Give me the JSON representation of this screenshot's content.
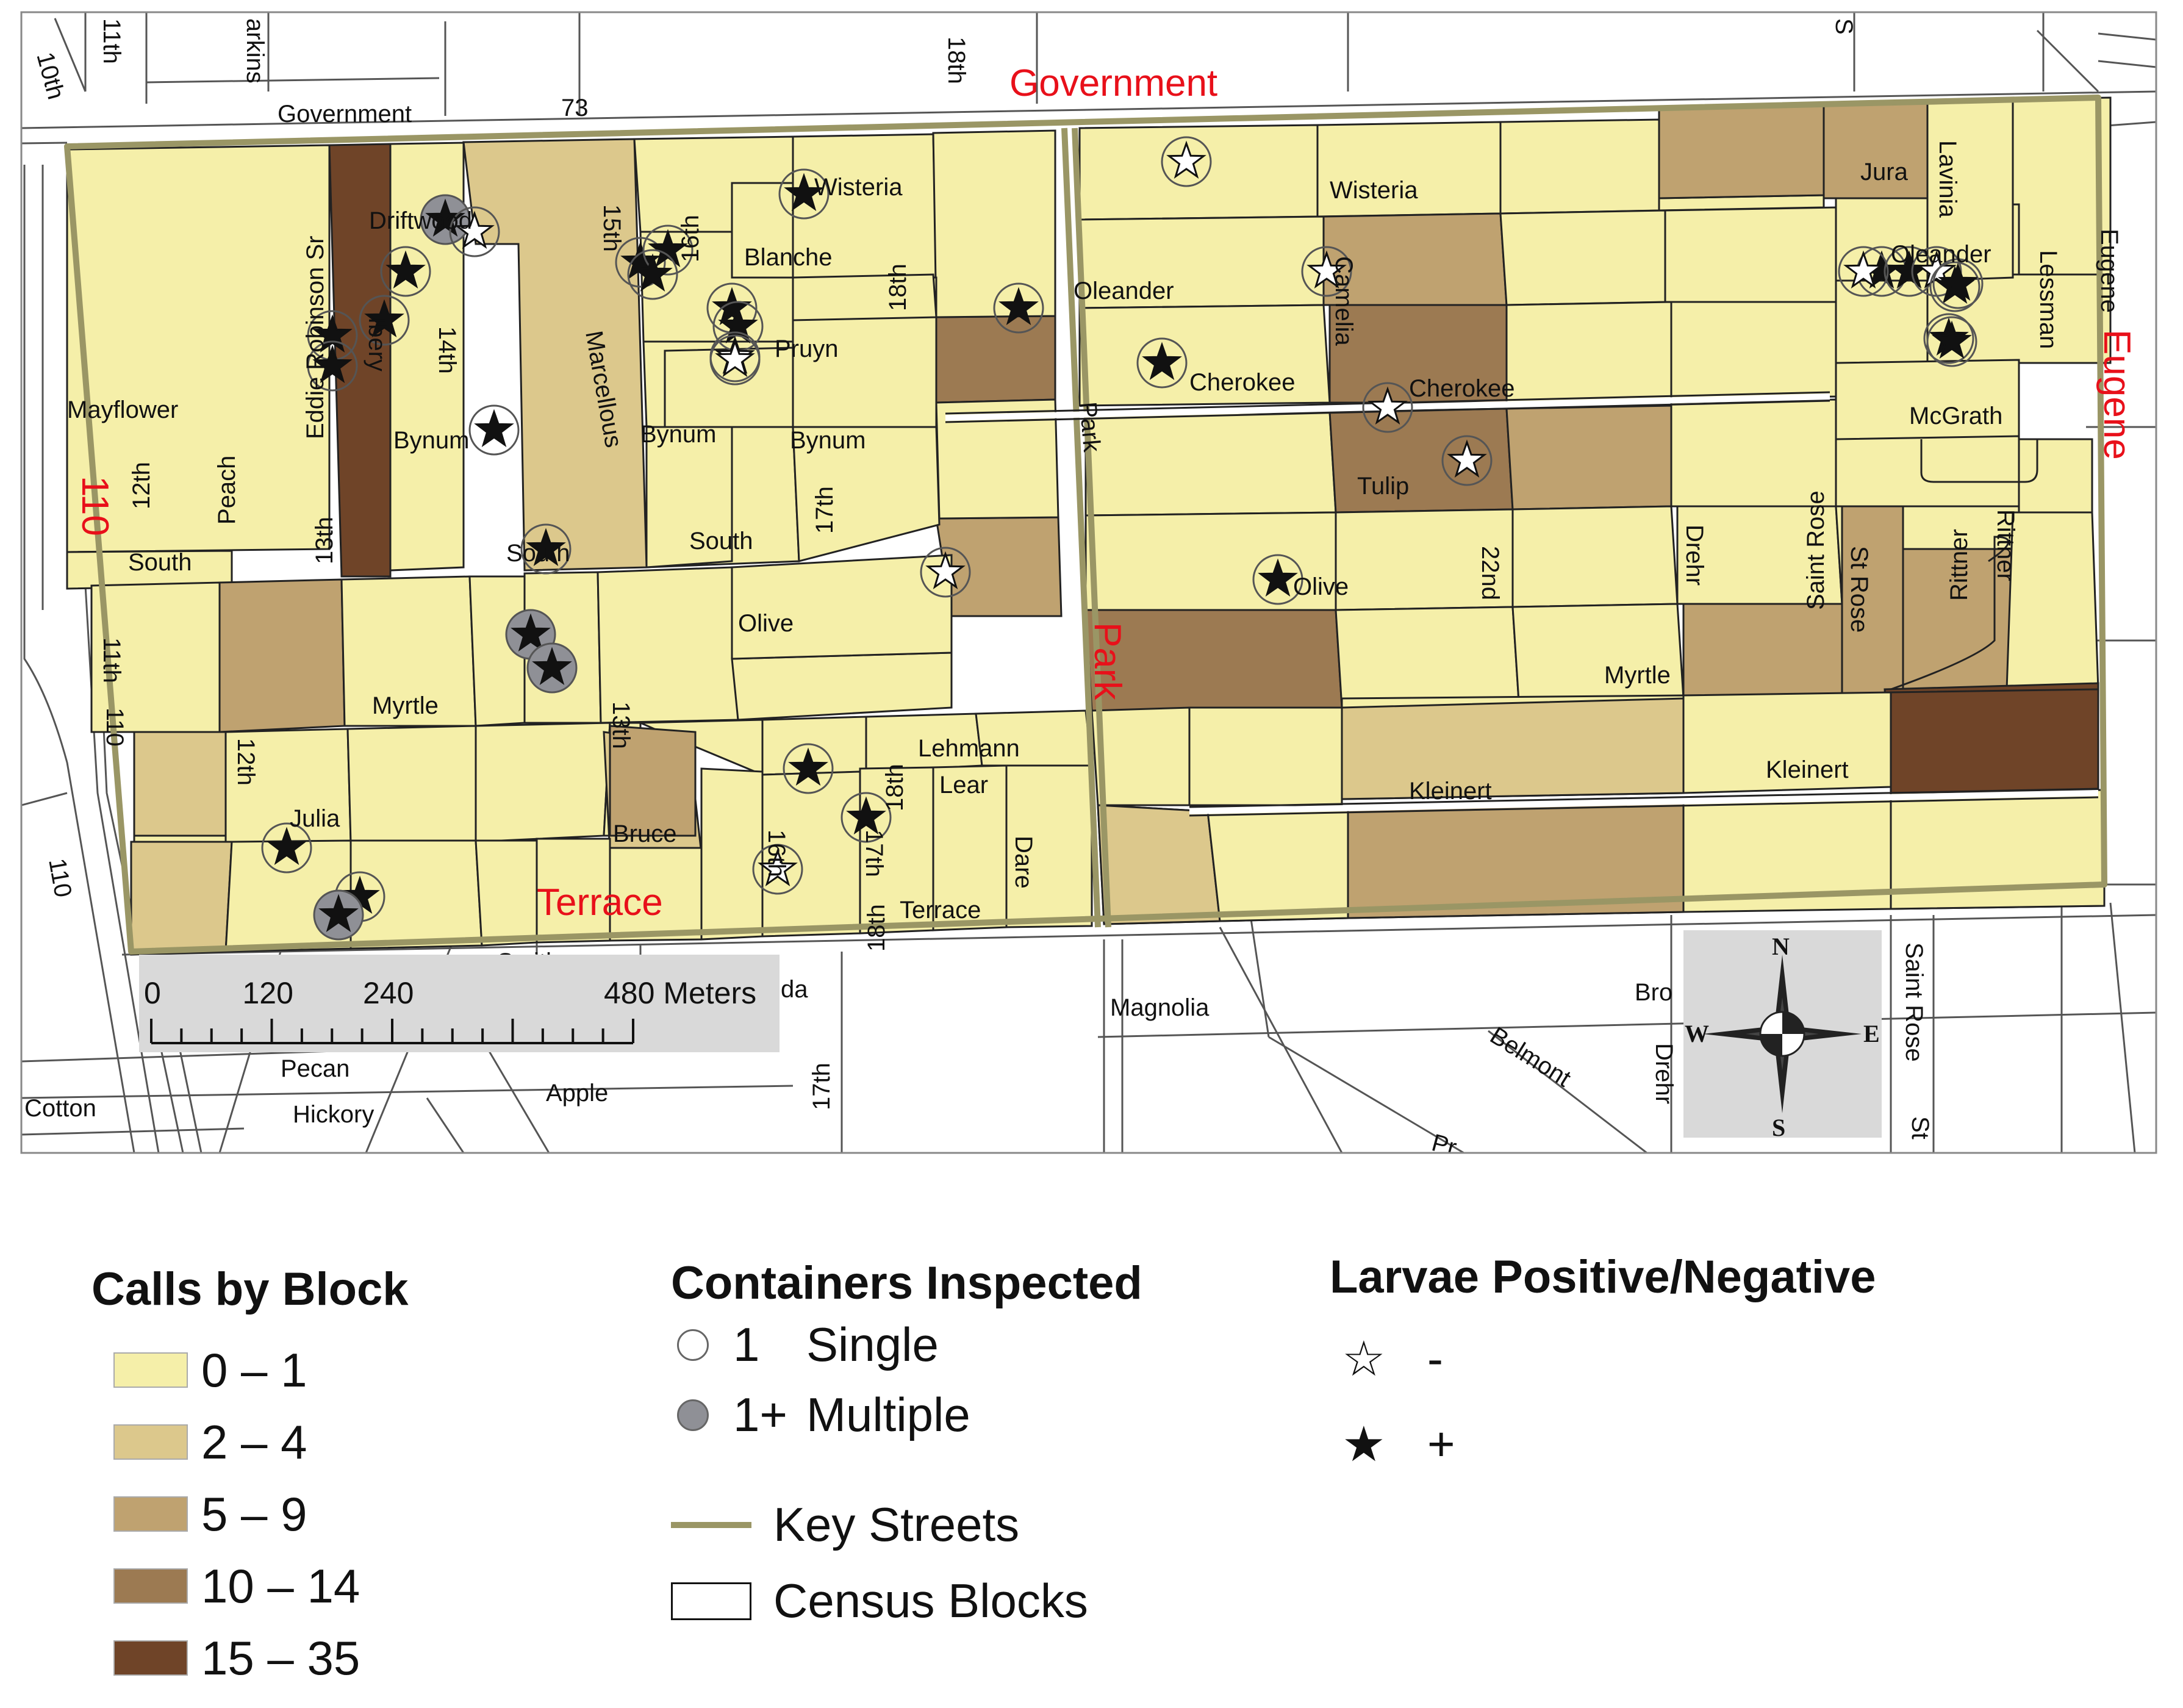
{
  "key_streets": [
    "Government",
    "Eugene",
    "Park",
    "Terrace",
    "110"
  ],
  "streets": [
    {
      "id": "s1",
      "label": "10th"
    },
    {
      "id": "s2",
      "label": "11th"
    },
    {
      "id": "s3",
      "label": "arkins"
    },
    {
      "id": "s4",
      "label": "18th"
    },
    {
      "id": "s5",
      "label": "S"
    },
    {
      "id": "s6",
      "label": "Government"
    },
    {
      "id": "s7",
      "label": "73"
    },
    {
      "id": "s8",
      "label": "Wisteria"
    },
    {
      "id": "s9",
      "label": "Wisteria"
    },
    {
      "id": "s10",
      "label": "Jura"
    },
    {
      "id": "s11",
      "label": "Lavinia"
    },
    {
      "id": "s12",
      "label": "Driftwood"
    },
    {
      "id": "s13",
      "label": "Eddie Robinson Sr"
    },
    {
      "id": "s14",
      "label": "15th"
    },
    {
      "id": "s15",
      "label": "Blanche"
    },
    {
      "id": "s16",
      "label": "16th"
    },
    {
      "id": "s17",
      "label": "Oleander"
    },
    {
      "id": "s18",
      "label": "Camelia"
    },
    {
      "id": "s19",
      "label": "Oleander"
    },
    {
      "id": "s20",
      "label": "Lessman"
    },
    {
      "id": "s21",
      "label": "Eugene"
    },
    {
      "id": "s22",
      "label": "Ibery"
    },
    {
      "id": "s23",
      "label": "14th"
    },
    {
      "id": "s24",
      "label": "Marcellous"
    },
    {
      "id": "s25",
      "label": "Pruyn"
    },
    {
      "id": "s26",
      "label": "18th"
    },
    {
      "id": "s27",
      "label": "Cherokee"
    },
    {
      "id": "s28",
      "label": "Cherokee"
    },
    {
      "id": "s29",
      "label": "Park"
    },
    {
      "id": "s30",
      "label": "Mayflower"
    },
    {
      "id": "s31",
      "label": "Bynum"
    },
    {
      "id": "s32",
      "label": "Bynum"
    },
    {
      "id": "s33",
      "label": "Bynum"
    },
    {
      "id": "s34",
      "label": "McGrath"
    },
    {
      "id": "s35",
      "label": "12th"
    },
    {
      "id": "s36",
      "label": "Peach"
    },
    {
      "id": "s37",
      "label": "13th"
    },
    {
      "id": "s38",
      "label": "Tulip"
    },
    {
      "id": "s39",
      "label": "17th"
    },
    {
      "id": "s40",
      "label": "South"
    },
    {
      "id": "s41",
      "label": "South"
    },
    {
      "id": "s42",
      "label": "South"
    },
    {
      "id": "s43",
      "label": "Saint Rose"
    },
    {
      "id": "s44",
      "label": "Drehr"
    },
    {
      "id": "s45",
      "label": "22nd"
    },
    {
      "id": "s46",
      "label": "St Rose"
    },
    {
      "id": "s47",
      "label": "Rittner"
    },
    {
      "id": "s48",
      "label": "Rittner"
    },
    {
      "id": "s49",
      "label": "Olive"
    },
    {
      "id": "s50",
      "label": "Olive"
    },
    {
      "id": "s51",
      "label": "11th"
    },
    {
      "id": "s52",
      "label": "110"
    },
    {
      "id": "s53",
      "label": "Myrtle"
    },
    {
      "id": "s54",
      "label": "Myrtle"
    },
    {
      "id": "s55",
      "label": "12th"
    },
    {
      "id": "s56",
      "label": "13th"
    },
    {
      "id": "s57",
      "label": "Lehmann"
    },
    {
      "id": "s58",
      "label": "Lear"
    },
    {
      "id": "s59",
      "label": "Kleinert"
    },
    {
      "id": "s60",
      "label": "Kleinert"
    },
    {
      "id": "s61",
      "label": "Julia"
    },
    {
      "id": "s62",
      "label": "Bruce"
    },
    {
      "id": "s63",
      "label": "16th"
    },
    {
      "id": "s64",
      "label": "17th"
    },
    {
      "id": "s65",
      "label": "18th"
    },
    {
      "id": "s66",
      "label": "Dare"
    },
    {
      "id": "s67",
      "label": "Terrace"
    },
    {
      "id": "s68",
      "label": "110"
    },
    {
      "id": "s69",
      "label": "Smith"
    },
    {
      "id": "s70",
      "label": "da"
    },
    {
      "id": "s71",
      "label": "18th"
    },
    {
      "id": "s72",
      "label": "Magnolia"
    },
    {
      "id": "s73",
      "label": "Bro"
    },
    {
      "id": "s74",
      "label": "Belmont"
    },
    {
      "id": "s75",
      "label": "Drehr"
    },
    {
      "id": "s76",
      "label": "Saint Rose"
    },
    {
      "id": "s77",
      "label": "St"
    },
    {
      "id": "s78",
      "label": "Pecan"
    },
    {
      "id": "s79",
      "label": "Apple"
    },
    {
      "id": "s80",
      "label": "17th"
    },
    {
      "id": "s81",
      "label": "Cotton"
    },
    {
      "id": "s82",
      "label": "Hickory"
    },
    {
      "id": "s83",
      "label": "Pr"
    }
  ],
  "scale_bar": {
    "ticks": [
      "0",
      "120",
      "240",
      "480 Meters"
    ],
    "values": [
      0,
      120,
      240,
      480
    ],
    "max_meters": 480
  },
  "compass": {
    "n": "N",
    "s": "S",
    "e": "E",
    "w": "W"
  },
  "blocks": [
    {
      "id": "b1",
      "cls": 0
    },
    {
      "id": "b2",
      "cls": 4
    },
    {
      "id": "b3",
      "cls": 0
    },
    {
      "id": "b4",
      "cls": 1
    },
    {
      "id": "b5",
      "cls": 0
    },
    {
      "id": "b6",
      "cls": 0
    },
    {
      "id": "b7",
      "cls": 0
    },
    {
      "id": "b8",
      "cls": 0
    },
    {
      "id": "b9",
      "cls": 0
    },
    {
      "id": "b10",
      "cls": 3
    },
    {
      "id": "b11",
      "cls": 0
    },
    {
      "id": "b12",
      "cls": 0
    },
    {
      "id": "b13",
      "cls": 2
    },
    {
      "id": "b14",
      "cls": 0
    },
    {
      "id": "b15",
      "cls": 0
    },
    {
      "id": "b16",
      "cls": 0
    },
    {
      "id": "b17",
      "cls": 0
    },
    {
      "id": "b18",
      "cls": 2
    },
    {
      "id": "b19",
      "cls": 0
    },
    {
      "id": "b20",
      "cls": 0
    },
    {
      "id": "b21",
      "cls": 0
    },
    {
      "id": "b22",
      "cls": 0
    },
    {
      "id": "b23",
      "cls": 0
    },
    {
      "id": "b24",
      "cls": 0
    },
    {
      "id": "b25",
      "cls": 0
    },
    {
      "id": "b26",
      "cls": 0
    },
    {
      "id": "b27",
      "cls": 1
    },
    {
      "id": "b28",
      "cls": 0
    },
    {
      "id": "b29",
      "cls": 0
    },
    {
      "id": "b30",
      "cls": 1
    },
    {
      "id": "b31",
      "cls": 0
    },
    {
      "id": "b32",
      "cls": 0
    },
    {
      "id": "b33",
      "cls": 0
    },
    {
      "id": "b34",
      "cls": 0
    },
    {
      "id": "b35",
      "cls": 1
    },
    {
      "id": "b36",
      "cls": 0
    },
    {
      "id": "b37",
      "cls": 0
    },
    {
      "id": "b38",
      "cls": 0
    },
    {
      "id": "b39",
      "cls": 0
    },
    {
      "id": "b40",
      "cls": 0
    },
    {
      "id": "b41",
      "cls": 0
    },
    {
      "id": "b42",
      "cls": 0
    },
    {
      "id": "b43",
      "cls": 0
    },
    {
      "id": "b44",
      "cls": 0
    },
    {
      "id": "b45",
      "cls": 0
    },
    {
      "id": "b46",
      "cls": 2
    },
    {
      "id": "b47",
      "cls": 0
    },
    {
      "id": "b48",
      "cls": 0
    },
    {
      "id": "b49",
      "cls": 1
    },
    {
      "id": "b50",
      "cls": 3
    },
    {
      "id": "b51",
      "cls": 0
    },
    {
      "id": "b52",
      "cls": 0
    },
    {
      "id": "b53",
      "cls": 0
    },
    {
      "id": "b54",
      "cls": 0
    },
    {
      "id": "b55",
      "cls": 2
    },
    {
      "id": "b56",
      "cls": 0
    },
    {
      "id": "b57",
      "cls": 0
    },
    {
      "id": "b58",
      "cls": 0
    },
    {
      "id": "b59",
      "cls": 0
    },
    {
      "id": "b60",
      "cls": 0
    },
    {
      "id": "b61",
      "cls": 2
    },
    {
      "id": "b62",
      "cls": 0
    },
    {
      "id": "b63",
      "cls": 2
    },
    {
      "id": "b64",
      "cls": 2
    },
    {
      "id": "b65",
      "cls": 0
    },
    {
      "id": "b66",
      "cls": 1
    },
    {
      "id": "b67",
      "cls": 0
    },
    {
      "id": "b68",
      "cls": 0
    },
    {
      "id": "b69",
      "cls": 0
    },
    {
      "id": "b70",
      "cls": 0
    },
    {
      "id": "b71",
      "cls": 0
    },
    {
      "id": "b72",
      "cls": 0
    },
    {
      "id": "b73",
      "cls": 0
    },
    {
      "id": "b74",
      "cls": 0
    },
    {
      "id": "b75",
      "cls": 0
    },
    {
      "id": "b76",
      "cls": 0
    },
    {
      "id": "b77",
      "cls": 0
    },
    {
      "id": "b78",
      "cls": 0
    },
    {
      "id": "b79",
      "cls": 0
    },
    {
      "id": "b80",
      "cls": 0
    },
    {
      "id": "b81",
      "cls": 0
    },
    {
      "id": "b82",
      "cls": 2
    },
    {
      "id": "b83",
      "cls": 0
    },
    {
      "id": "b84",
      "cls": 0
    },
    {
      "id": "b85",
      "cls": 3
    },
    {
      "id": "b86",
      "cls": 0
    },
    {
      "id": "b87",
      "cls": 2
    },
    {
      "id": "b88",
      "cls": 2
    },
    {
      "id": "b89",
      "cls": 2
    },
    {
      "id": "b90",
      "cls": 0
    },
    {
      "id": "b91",
      "cls": 4
    },
    {
      "id": "b92",
      "cls": 0
    },
    {
      "id": "b93",
      "cls": 2
    },
    {
      "id": "b94",
      "cls": 3
    },
    {
      "id": "b95",
      "cls": 0
    },
    {
      "id": "b96",
      "cls": 0
    },
    {
      "id": "b97",
      "cls": 0
    },
    {
      "id": "b98",
      "cls": 0
    },
    {
      "id": "b99",
      "cls": 0
    },
    {
      "id": "b100",
      "cls": 0
    },
    {
      "id": "b101",
      "cls": 0
    },
    {
      "id": "b102",
      "cls": 0
    },
    {
      "id": "b103",
      "cls": 0
    },
    {
      "id": "b104",
      "cls": 0
    },
    {
      "id": "b105",
      "cls": 0
    },
    {
      "id": "b106",
      "cls": 0
    },
    {
      "id": "b107",
      "cls": 1
    },
    {
      "id": "b108",
      "cls": 1
    },
    {
      "id": "b109",
      "cls": 4
    },
    {
      "id": "b110",
      "cls": 0
    },
    {
      "id": "b111",
      "cls": 0
    },
    {
      "id": "b112",
      "cls": 0
    },
    {
      "id": "b113",
      "cls": 0
    },
    {
      "id": "b114",
      "cls": 0
    },
    {
      "id": "b115",
      "cls": 0
    },
    {
      "id": "b116",
      "cls": 0
    },
    {
      "id": "b117",
      "cls": 0
    },
    {
      "id": "b118",
      "cls": 0
    },
    {
      "id": "b119",
      "cls": 0
    },
    {
      "id": "b120",
      "cls": 0
    },
    {
      "id": "b121",
      "cls": 0
    },
    {
      "id": "b122",
      "cls": 0
    }
  ],
  "inspections": [
    {
      "id": "p1",
      "multi": true,
      "pos": true
    },
    {
      "id": "p2",
      "multi": false,
      "pos": false
    },
    {
      "id": "p3",
      "multi": false,
      "pos": true
    },
    {
      "id": "p4",
      "multi": false,
      "pos": true
    },
    {
      "id": "p5",
      "multi": false,
      "pos": true
    },
    {
      "id": "p6",
      "multi": false,
      "pos": true
    },
    {
      "id": "p7",
      "multi": false,
      "pos": true
    },
    {
      "id": "p8",
      "multi": false,
      "pos": true
    },
    {
      "id": "p9",
      "multi": false,
      "pos": true
    },
    {
      "id": "p10",
      "multi": false,
      "pos": true
    },
    {
      "id": "p11",
      "multi": false,
      "pos": true
    },
    {
      "id": "p12",
      "multi": false,
      "pos": true
    },
    {
      "id": "p13",
      "multi": false,
      "pos": true
    },
    {
      "id": "p14",
      "multi": false,
      "pos": false
    },
    {
      "id": "p15",
      "multi": false,
      "pos": true
    },
    {
      "id": "p16",
      "multi": false,
      "pos": true
    },
    {
      "id": "p17",
      "multi": false,
      "pos": false
    },
    {
      "id": "p18",
      "multi": true,
      "pos": true
    },
    {
      "id": "p19",
      "multi": true,
      "pos": true
    },
    {
      "id": "p20",
      "multi": false,
      "pos": true
    },
    {
      "id": "p21",
      "multi": false,
      "pos": true
    },
    {
      "id": "p22",
      "multi": false,
      "pos": false
    },
    {
      "id": "p23",
      "multi": false,
      "pos": false
    },
    {
      "id": "p24",
      "multi": false,
      "pos": false
    },
    {
      "id": "p25",
      "multi": false,
      "pos": true
    },
    {
      "id": "p26",
      "multi": false,
      "pos": false
    },
    {
      "id": "p27",
      "multi": false,
      "pos": true
    },
    {
      "id": "p28",
      "multi": false,
      "pos": true
    },
    {
      "id": "p29",
      "multi": false,
      "pos": true
    },
    {
      "id": "p30",
      "multi": false,
      "pos": false
    },
    {
      "id": "p31",
      "multi": false,
      "pos": true
    },
    {
      "id": "p32",
      "multi": false,
      "pos": true
    },
    {
      "id": "p33",
      "multi": false,
      "pos": true
    },
    {
      "id": "p34",
      "multi": false,
      "pos": true
    },
    {
      "id": "p35",
      "multi": true,
      "pos": true
    },
    {
      "id": "p36",
      "multi": false,
      "pos": true
    },
    {
      "id": "p37",
      "multi": false,
      "pos": false
    },
    {
      "id": "p38",
      "multi": false,
      "pos": false
    },
    {
      "id": "p39",
      "multi": false,
      "pos": false
    },
    {
      "id": "p40",
      "multi": false,
      "pos": true
    }
  ],
  "legend": {
    "calls": {
      "title": "Calls by Block",
      "classes": [
        {
          "label": "0 – 1",
          "color": "#f5efa9"
        },
        {
          "label": "2 – 4",
          "color": "#dcc88c"
        },
        {
          "label": "5 – 9",
          "color": "#bfa270"
        },
        {
          "label": "10 – 14",
          "color": "#9c7a52"
        },
        {
          "label": "15 – 35",
          "color": "#6f4428"
        }
      ]
    },
    "containers": {
      "title": "Containers Inspected",
      "items": [
        {
          "count": "1",
          "label": "Single"
        },
        {
          "count": "1+",
          "label": "Multiple"
        }
      ]
    },
    "larvae": {
      "title": "Larvae Positive/Negative",
      "items": [
        {
          "symbol": "☆",
          "label": "-"
        },
        {
          "symbol": "★",
          "label": "+"
        }
      ]
    },
    "lines": {
      "key_streets": "Key Streets",
      "census_blocks": "Census Blocks",
      "key_color": "#9a9665"
    }
  },
  "colors": {
    "outside_road": "#555555",
    "block_stroke": "#222222",
    "multi_fill": "#8f9096",
    "key_label": "#e8101a"
  }
}
